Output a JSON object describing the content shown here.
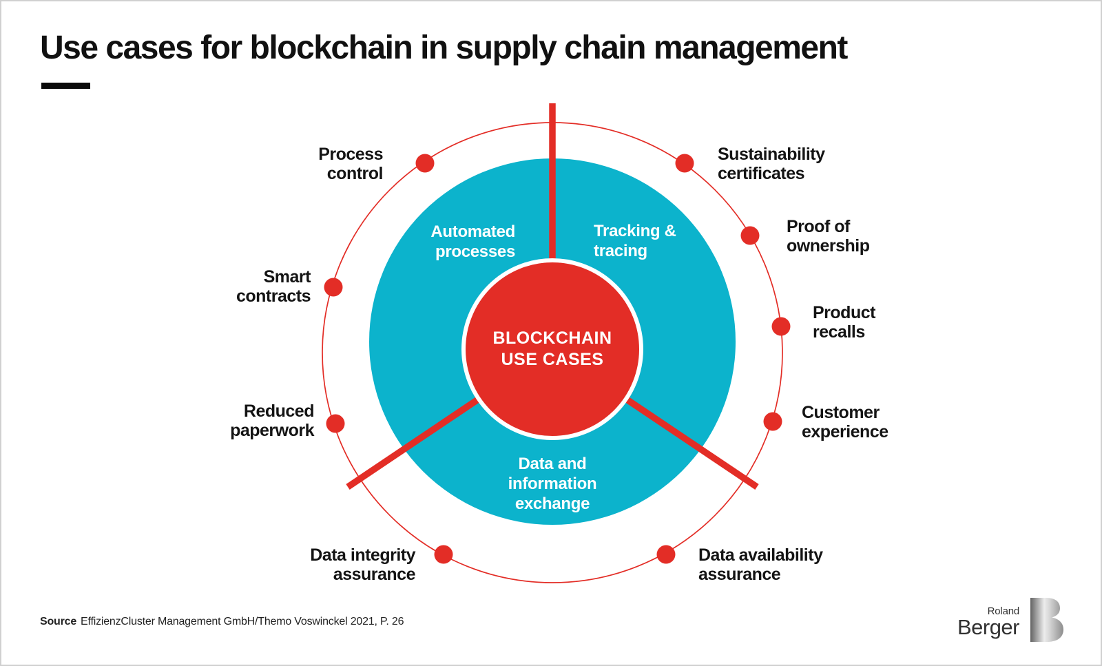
{
  "colors": {
    "red": "#e32d26",
    "teal": "#0cb3cc"
  },
  "header": {
    "title": "Use cases for blockchain in supply chain management"
  },
  "diagram": {
    "center": {
      "lines": [
        "BLOCKCHAIN",
        "USE CASES"
      ]
    },
    "sectors": [
      {
        "id": "automated-processes",
        "lines": [
          "Automated",
          "processes"
        ]
      },
      {
        "id": "tracking-tracing",
        "lines": [
          "Tracking &",
          "tracing"
        ]
      },
      {
        "id": "data-information-exchange",
        "lines": [
          "Data and",
          "information",
          "exchange"
        ]
      }
    ],
    "use_cases": [
      {
        "id": "process-control",
        "lines": [
          "Process",
          "control"
        ]
      },
      {
        "id": "smart-contracts",
        "lines": [
          "Smart",
          "contracts"
        ]
      },
      {
        "id": "reduced-paperwork",
        "lines": [
          "Reduced",
          "paperwork"
        ]
      },
      {
        "id": "data-integrity-assurance",
        "lines": [
          "Data integrity",
          "assurance"
        ]
      },
      {
        "id": "sustainability-certificates",
        "lines": [
          "Sustainability",
          "certificates"
        ]
      },
      {
        "id": "proof-of-ownership",
        "lines": [
          "Proof of",
          "ownership"
        ]
      },
      {
        "id": "product-recalls",
        "lines": [
          "Product",
          "recalls"
        ]
      },
      {
        "id": "customer-experience",
        "lines": [
          "Customer",
          "experience"
        ]
      },
      {
        "id": "data-availability-assurance",
        "lines": [
          "Data availability",
          "assurance"
        ]
      }
    ]
  },
  "footer": {
    "source_label": "Source",
    "source_text": "EffizienzCluster Management GmbH/Themo Voswinckel 2021, P. 26"
  },
  "logo": {
    "line1": "Roland",
    "line2": "Berger"
  }
}
